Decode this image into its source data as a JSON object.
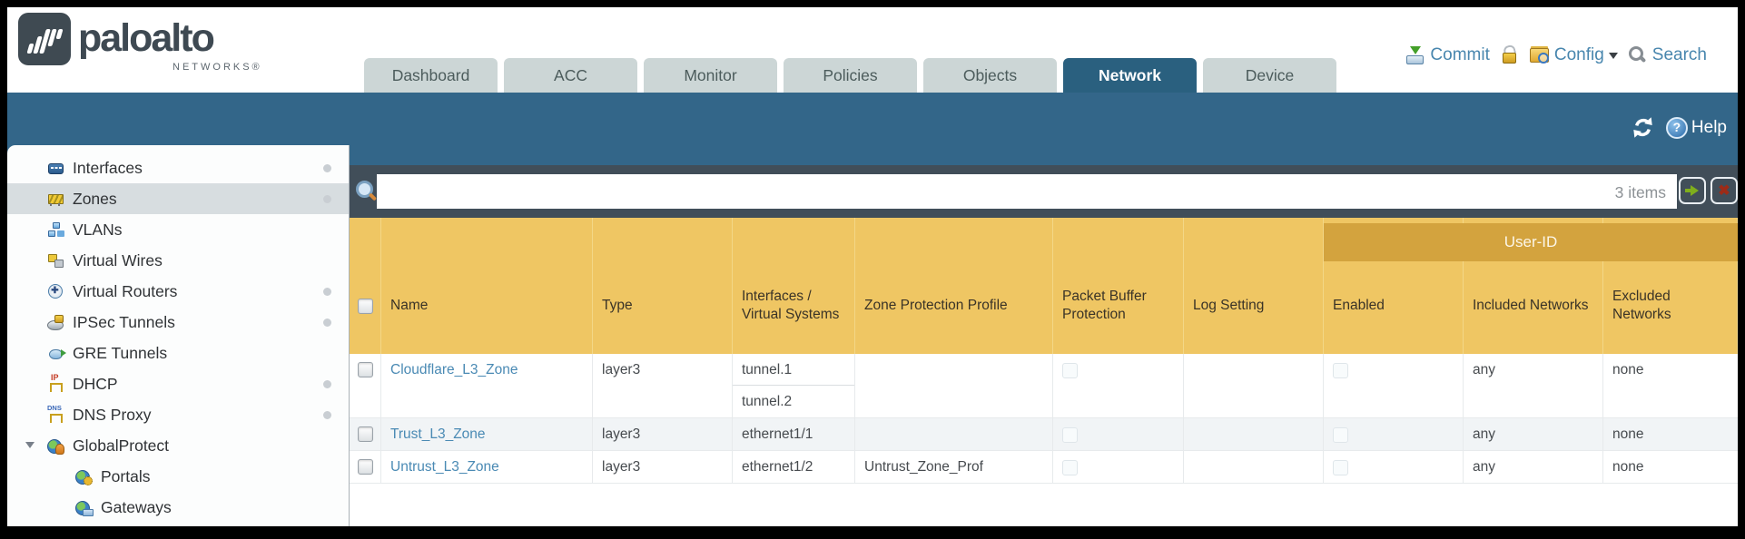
{
  "brand": {
    "name": "paloalto",
    "sub": "NETWORKS®"
  },
  "tabs": {
    "items": [
      {
        "label": "Dashboard",
        "active": false
      },
      {
        "label": "ACC",
        "active": false
      },
      {
        "label": "Monitor",
        "active": false
      },
      {
        "label": "Policies",
        "active": false
      },
      {
        "label": "Objects",
        "active": false
      },
      {
        "label": "Network",
        "active": true
      },
      {
        "label": "Device",
        "active": false
      }
    ]
  },
  "utility": {
    "commit_label": "Commit",
    "config_label": "Config",
    "search_label": "Search",
    "help_label": "Help",
    "icons": [
      "commit-icon",
      "unlock-icon",
      "config-folder-icon",
      "caret-down-icon",
      "search-icon",
      "refresh-icon",
      "help-icon"
    ]
  },
  "toolbar": {
    "filter_value": "",
    "items_count": "3 items",
    "icons": [
      "magnifier-icon",
      "apply-filter-arrow-icon",
      "clear-filter-x-icon"
    ]
  },
  "sidebar": {
    "items": [
      {
        "label": "Interfaces",
        "icon": "interfaces-icon",
        "selected": false,
        "dot": true,
        "child": false
      },
      {
        "label": "Zones",
        "icon": "zones-icon",
        "selected": true,
        "dot": true,
        "child": false
      },
      {
        "label": "VLANs",
        "icon": "vlans-icon",
        "selected": false,
        "dot": false,
        "child": false
      },
      {
        "label": "Virtual Wires",
        "icon": "virtual-wires-icon",
        "selected": false,
        "dot": false,
        "child": false
      },
      {
        "label": "Virtual Routers",
        "icon": "virtual-routers-icon",
        "selected": false,
        "dot": true,
        "child": false
      },
      {
        "label": "IPSec Tunnels",
        "icon": "ipsec-tunnels-icon",
        "selected": false,
        "dot": true,
        "child": false
      },
      {
        "label": "GRE Tunnels",
        "icon": "gre-tunnels-icon",
        "selected": false,
        "dot": false,
        "child": false
      },
      {
        "label": "DHCP",
        "icon": "dhcp-icon",
        "selected": false,
        "dot": true,
        "child": false
      },
      {
        "label": "DNS Proxy",
        "icon": "dns-proxy-icon",
        "selected": false,
        "dot": true,
        "child": false
      },
      {
        "label": "GlobalProtect",
        "icon": "globalprotect-icon",
        "selected": false,
        "dot": false,
        "child": false,
        "expanded": true
      },
      {
        "label": "Portals",
        "icon": "portals-icon",
        "selected": false,
        "dot": false,
        "child": true
      },
      {
        "label": "Gateways",
        "icon": "gateways-icon",
        "selected": false,
        "dot": false,
        "child": true
      }
    ]
  },
  "table": {
    "group_header": "User-ID",
    "columns": [
      "Name",
      "Type",
      "Interfaces / Virtual Systems",
      "Zone Protection Profile",
      "Packet Buffer Protection",
      "Log Setting",
      "Enabled",
      "Included Networks",
      "Excluded Networks"
    ],
    "rows": [
      {
        "name": "Cloudflare_L3_Zone",
        "type": "layer3",
        "interfaces": [
          "tunnel.1",
          "tunnel.2"
        ],
        "zone_protection_profile": "",
        "packet_buffer_protection_checked": false,
        "log_setting": "",
        "user_id_enabled_checked": false,
        "included_networks": "any",
        "excluded_networks": "none"
      },
      {
        "name": "Trust_L3_Zone",
        "type": "layer3",
        "interfaces": [
          "ethernet1/1"
        ],
        "zone_protection_profile": "",
        "packet_buffer_protection_checked": false,
        "log_setting": "",
        "user_id_enabled_checked": false,
        "included_networks": "any",
        "excluded_networks": "none"
      },
      {
        "name": "Untrust_L3_Zone",
        "type": "layer3",
        "interfaces": [
          "ethernet1/2"
        ],
        "zone_protection_profile": "Untrust_Zone_Prof",
        "packet_buffer_protection_checked": false,
        "log_setting": "",
        "user_id_enabled_checked": false,
        "included_networks": "any",
        "excluded_networks": "none"
      }
    ]
  },
  "colors": {
    "brand_dark": "#3f4a52",
    "top_band_blue": "#336689",
    "active_tab": "#2a607f",
    "inactive_tab": "#ccd6d6",
    "toolbar_dark": "#414e59",
    "header_amber": "#efc663",
    "user_id_band_amber": "#d3a33e",
    "link_blue": "#4a8ab4",
    "utility_link_blue": "#4886ae"
  }
}
